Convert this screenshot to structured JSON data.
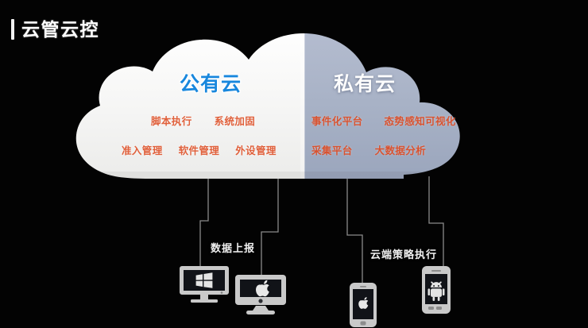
{
  "header": {
    "title": "云管云控",
    "accent_color": "#f2f2f2"
  },
  "diagram": {
    "background_color": "#000000",
    "cloud": {
      "public": {
        "heading": "公有云",
        "heading_color": "#1887dd",
        "fill_color": "#f4f4f3",
        "items": [
          "脚本执行",
          "系统加固",
          "准入管理",
          "软件管理",
          "外设管理"
        ],
        "item_color": "#e0603b"
      },
      "private": {
        "heading": "私有云",
        "heading_color": "#ffffff",
        "fill_color": "#a9b2c6",
        "items": [
          "事件化平台",
          "态势感知可视化",
          "采集平台",
          "大数据分析"
        ],
        "item_color": "#d9522f"
      }
    },
    "connectors": [
      {
        "label": "数据上报",
        "direction": "up"
      },
      {
        "label": "云端策略执行",
        "direction": "down"
      }
    ],
    "devices": [
      {
        "name": "windows-desktop",
        "icon": "windows-logo-icon",
        "type": "monitor"
      },
      {
        "name": "mac-desktop",
        "icon": "apple-logo-icon",
        "type": "monitor"
      },
      {
        "name": "iphone",
        "icon": "apple-logo-icon",
        "type": "phone"
      },
      {
        "name": "android-phone",
        "icon": "android-robot-icon",
        "type": "phone"
      }
    ],
    "device_color": "#c9c9c9"
  }
}
